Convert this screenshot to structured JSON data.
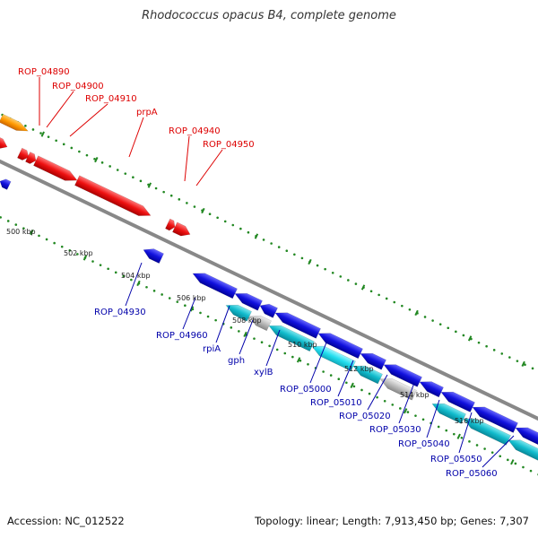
{
  "title": "Rhodococcus opacus B4, complete genome",
  "footer": {
    "accession": "Accession: NC_012522",
    "summary": "Topology: linear; Length: 7,913,450 bp; Genes: 7,307"
  },
  "colors": {
    "forward_gene": "#ee1111",
    "reverse_gene": "#1111dd",
    "reverse_cds_cyan": "#11bbcc",
    "hypothetical_grey": "#bbbbbb",
    "other_gene_orange": "#ff9900",
    "backbone": "#888888",
    "tick_minor": "#228822",
    "forward_label": "#dd0000",
    "reverse_label": "#0000aa"
  },
  "scale_labels": [
    "500 kbp",
    "502 kbp",
    "504 kbp",
    "506 kbp",
    "508 kbp",
    "510 kbp",
    "512 kbp",
    "514 kbp",
    "516 kbp"
  ],
  "forward_labels": [
    "ROP_04890",
    "ROP_04900",
    "ROP_04910",
    "prpA",
    "ROP_04940",
    "ROP_04950"
  ],
  "reverse_labels": [
    "ROP_04930",
    "ROP_04960",
    "rpiA",
    "gph",
    "xylB",
    "ROP_05000",
    "ROP_05010",
    "ROP_05020",
    "ROP_05030",
    "ROP_05040",
    "ROP_05050",
    "ROP_05060"
  ]
}
